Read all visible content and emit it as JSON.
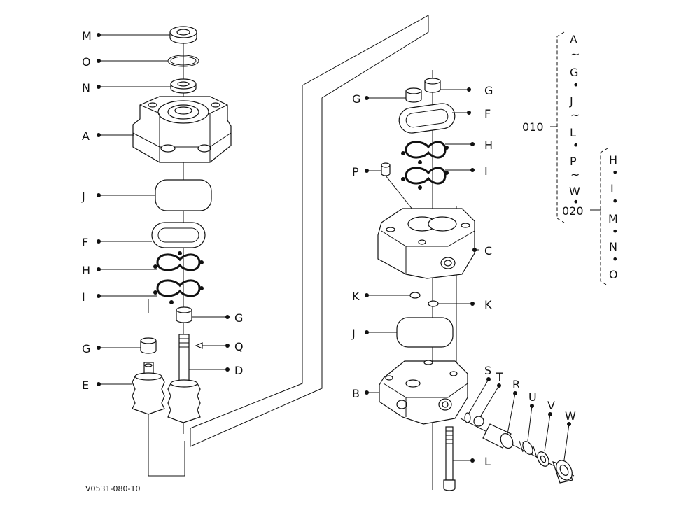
{
  "diagram": {
    "ref_code": "V0531-080-10",
    "left_labels": [
      {
        "id": "M",
        "text": "M"
      },
      {
        "id": "O",
        "text": "O"
      },
      {
        "id": "N",
        "text": "N"
      },
      {
        "id": "A",
        "text": "A"
      },
      {
        "id": "J",
        "text": "J"
      },
      {
        "id": "F",
        "text": "F"
      },
      {
        "id": "H",
        "text": "H"
      },
      {
        "id": "I",
        "text": "I"
      },
      {
        "id": "G2",
        "text": "G"
      },
      {
        "id": "E",
        "text": "E"
      }
    ],
    "left_right_labels": [
      {
        "id": "G1",
        "text": "G"
      },
      {
        "id": "Q",
        "text": "Q"
      },
      {
        "id": "D",
        "text": "D"
      }
    ],
    "mid_left_labels": [
      {
        "id": "G",
        "text": "G"
      },
      {
        "id": "P",
        "text": "P"
      },
      {
        "id": "K1",
        "text": "K"
      },
      {
        "id": "J",
        "text": "J"
      },
      {
        "id": "B",
        "text": "B"
      }
    ],
    "mid_right_labels": [
      {
        "id": "G",
        "text": "G"
      },
      {
        "id": "F",
        "text": "F"
      },
      {
        "id": "H",
        "text": "H"
      },
      {
        "id": "I",
        "text": "I"
      },
      {
        "id": "C",
        "text": "C"
      },
      {
        "id": "K2",
        "text": "K"
      },
      {
        "id": "L",
        "text": "L"
      }
    ],
    "valve_labels": [
      {
        "id": "S",
        "text": "S"
      },
      {
        "id": "T",
        "text": "T"
      },
      {
        "id": "R",
        "text": "R"
      },
      {
        "id": "U",
        "text": "U"
      },
      {
        "id": "V",
        "text": "V"
      },
      {
        "id": "W",
        "text": "W"
      }
    ],
    "kit_010": {
      "code": "010",
      "items": [
        "A",
        "~",
        "G",
        "•",
        "J",
        "~",
        "L",
        "•",
        "P",
        "~",
        "W",
        "•"
      ]
    },
    "kit_020": {
      "code": "020",
      "items": [
        "H",
        "•",
        "I",
        "•",
        "M",
        "•",
        "N",
        "•",
        "O"
      ]
    }
  }
}
